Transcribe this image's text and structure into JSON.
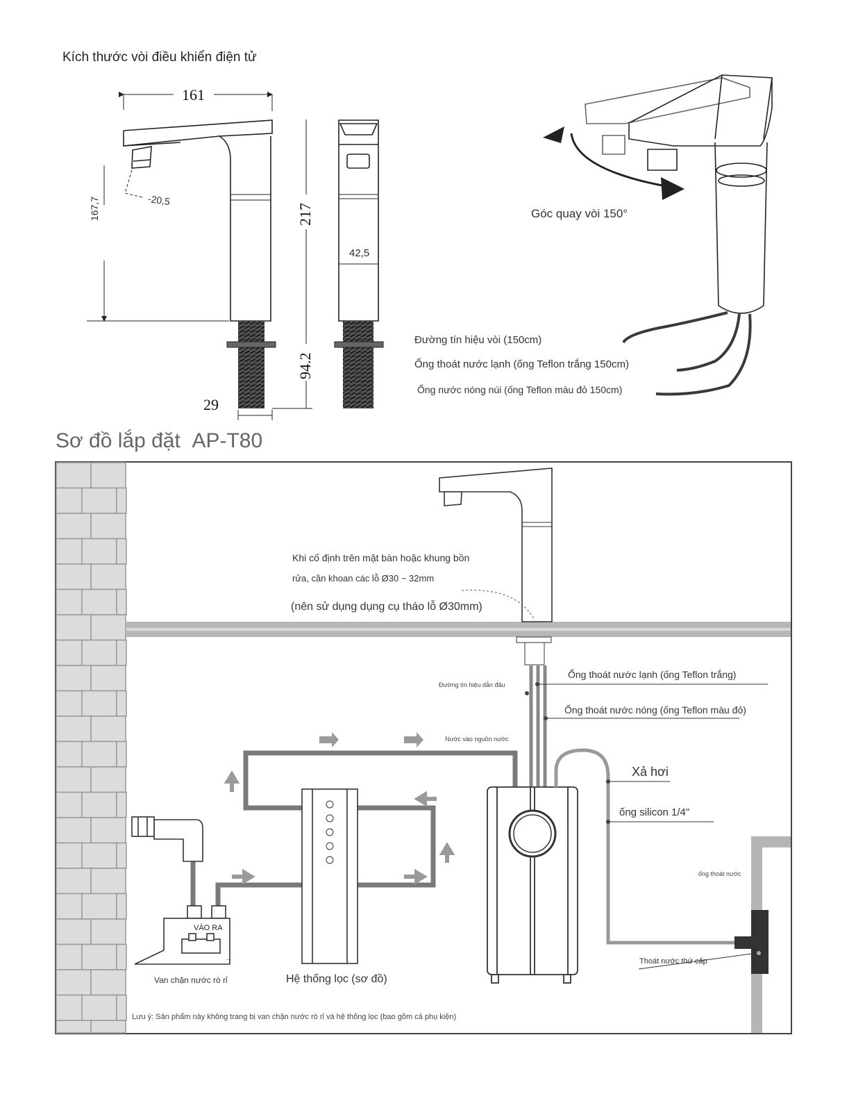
{
  "sections": {
    "dimensions_title": "Kích thước vòi điều khiển điện tử",
    "install_title": "Sơ đồ lắp đặt",
    "model": "AP-T80"
  },
  "dimensions": {
    "width_161": "161",
    "height_167_7": "167,7",
    "nozzle_20_5": "20,5",
    "height_217": "217",
    "body_42_5": "42,5",
    "thread_94_2": "94.2",
    "thread_29": "29"
  },
  "rotation": {
    "label": "Góc quay vòi 150°"
  },
  "cables": {
    "signal": "Đường tín hiệu vòi (150cm)",
    "cold": "Ống thoát nước lạnh (ống Teflon trắng 150cm)",
    "hot": "Ống nước nóng núi (ống Teflon màu đỏ 150cm)"
  },
  "install": {
    "drill_note_1": "Khi cố định trên mặt bàn hoặc khung bồn",
    "drill_note_2": "rửa, cần khoan các lỗ Ø30 ~ 32mm",
    "drill_note_3": "(nên sử dụng dụng cụ tháo lỗ Ø30mm)",
    "cold_tube": "Ống thoát nước lạnh (ống Teflon trắng)",
    "signal_line": "Đường tín hiệu dẫn đầu",
    "hot_tube": "Ống thoát nước nóng (ống Teflon màu đỏ)",
    "water_inlet": "Nước vào nguồn nước",
    "steam_vent": "Xả hơi",
    "silicon_tube": "ống silicon 1/4\"",
    "drain_pipe": "ống thoát nước",
    "secondary_drain": "Thoát nước thứ cấp",
    "valve_in": "VÀO",
    "valve_out": "RA",
    "leak_valve": "Van chặn nước rò rỉ",
    "filter_system": "Hệ thống lọc (sơ đồ)",
    "note": "Lưu ý: Sản phẩm này không trang bị van chặn nước rò rỉ và hệ thống lọc (bao gồm cả phụ kiện)"
  },
  "colors": {
    "pipe": "#777777",
    "brick": "#dcdcdc",
    "counter": "#b5b5b5",
    "drain_dark": "#333333",
    "arrow": "#9a9a9a"
  }
}
